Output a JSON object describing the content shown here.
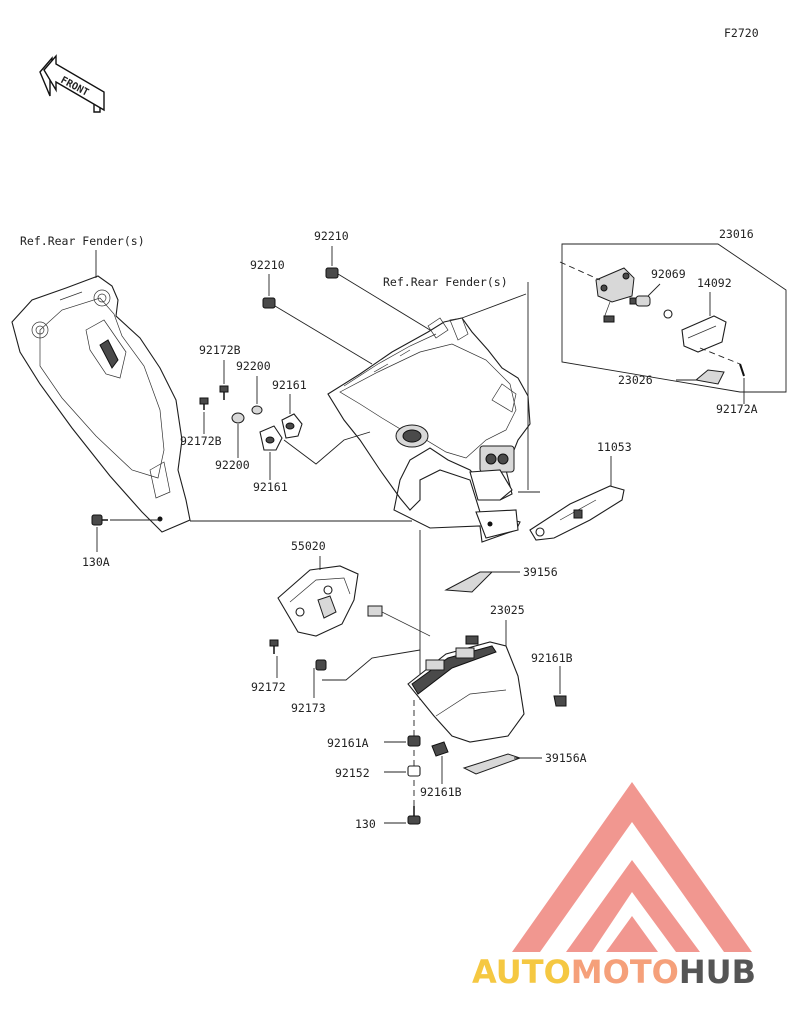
{
  "figure_code": "F2720",
  "front_arrow_text": "FRONT",
  "refs": {
    "fender_left": "Ref.Rear Fender(s)",
    "fender_right": "Ref.Rear Fender(s)"
  },
  "parts": {
    "p92210_top": "92210",
    "p92210_left": "92210",
    "p23016": "23016",
    "p92069": "92069",
    "p14092": "14092",
    "p23026": "23026",
    "p92172A": "92172A",
    "p92172B_top": "92172B",
    "p92200_top": "92200",
    "p92161_top": "92161",
    "p92172B_bot": "92172B",
    "p92200_bot": "92200",
    "p92161_bot": "92161",
    "p130A": "130A",
    "p11053": "11053",
    "p55020": "55020",
    "p39156": "39156",
    "p23025": "23025",
    "p92161B_right": "92161B",
    "p92172": "92172",
    "p92173": "92173",
    "p92161A": "92161A",
    "p39156A": "39156A",
    "p92152": "92152",
    "p92161B_bot": "92161B",
    "p130": "130"
  },
  "watermark": {
    "auto": "AUTO",
    "moto": "MOTO",
    "hub": "HUB",
    "colors": {
      "auto": "#f5c842",
      "moto": "#f5a07a",
      "hub": "#555555",
      "logo": "#f08c84"
    }
  }
}
